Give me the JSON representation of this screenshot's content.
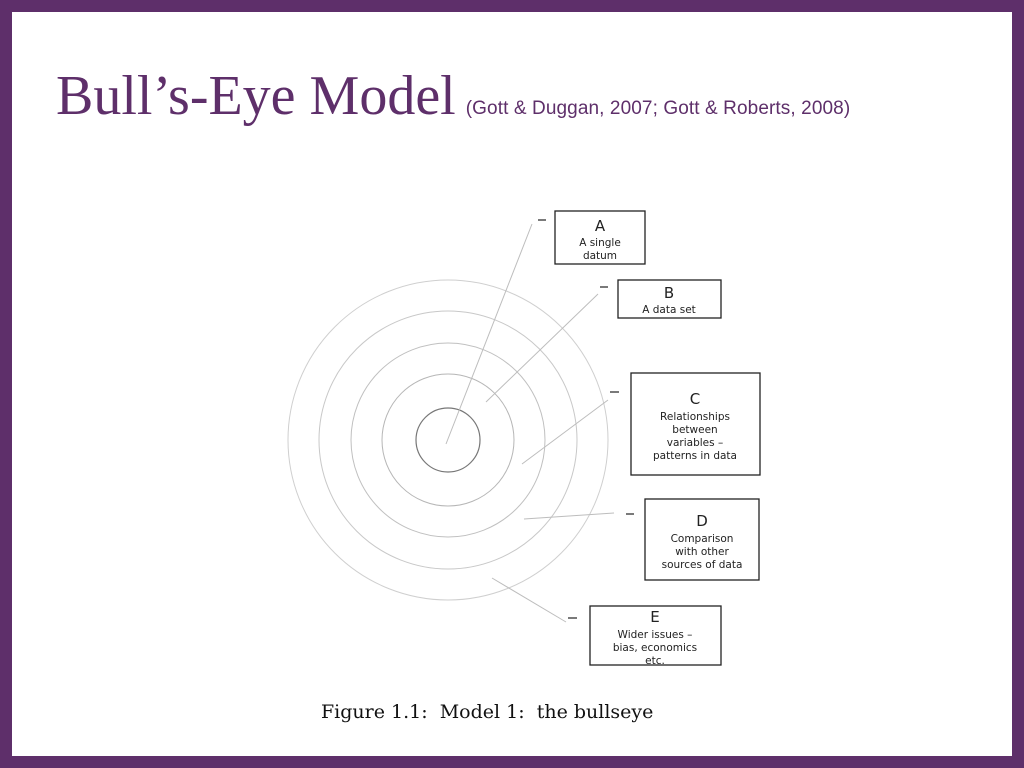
{
  "slide": {
    "title": "Bull’s-Eye Model",
    "citation": "(Gott & Duggan, 2007; Gott & Roberts, 2008)",
    "accent_color": "#5e2f6a"
  },
  "figure": {
    "caption": "Figure 1.1:  Model 1:  the bullseye",
    "rings": 5,
    "boxes": [
      {
        "letter": "A",
        "lines": [
          "A single",
          "datum"
        ]
      },
      {
        "letter": "B",
        "lines": [
          "A data set"
        ]
      },
      {
        "letter": "C",
        "lines": [
          "Relationships",
          "between",
          "variables –",
          "patterns in data"
        ]
      },
      {
        "letter": "D",
        "lines": [
          "Comparison",
          "with other",
          "sources of data"
        ]
      },
      {
        "letter": "E",
        "lines": [
          "Wider issues –",
          "bias, economics",
          "etc."
        ]
      }
    ]
  }
}
